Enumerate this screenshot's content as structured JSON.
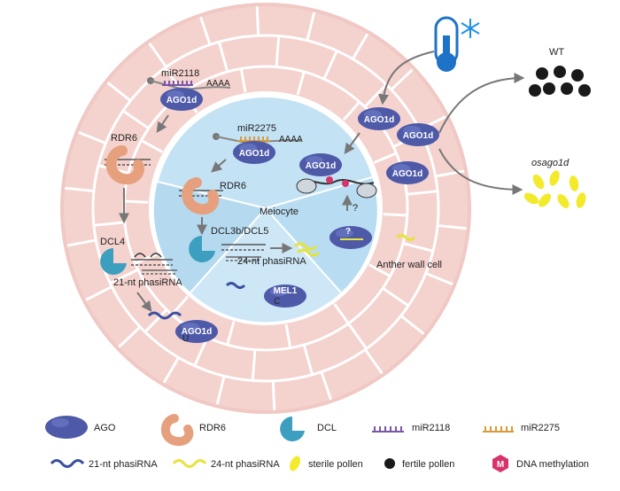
{
  "labels": {
    "mir2118": "miR2118",
    "mir2275": "miR2275",
    "aaaa_1": "AAAA",
    "aaaa_2": "AAAA",
    "rdr6_outer": "RDR6",
    "rdr6_inner": "RDR6",
    "dcl4": "DCL4",
    "dcl3b_dcl5": "DCL3b/DCL5",
    "phasi21": "21-nt phasiRNA",
    "phasi24": "24-nt phasiRNA",
    "meiocyte": "Meiocyte",
    "anther_wall": "Anther wall cell",
    "question_1": "?",
    "question_2": "?",
    "wt": "WT",
    "osago1d": "osago1d",
    "mel1": "MEL1",
    "c": "C",
    "u": "U",
    "ago1d_1": "AGO1d",
    "ago1d_2": "AGO1d",
    "ago1d_3": "AGO1d",
    "ago1d_4": "AGO1d",
    "ago1d_5": "AGO1d",
    "ago1d_6": "AGO1d",
    "ago1d_7": "AGO1d"
  },
  "legend": {
    "ago": "AGO",
    "rdr6": "RDR6",
    "dcl": "DCL",
    "mir2118": "miR2118",
    "mir2275": "miR2275",
    "phasi21": "21-nt phasiRNA",
    "phasi24": "24-nt phasiRNA",
    "sterile": "sterile pollen",
    "fertile": "fertile pollen",
    "methylation": "DNA methylation",
    "methyl_mark": "M"
  },
  "colors": {
    "ring": "#f0c8c4",
    "ring_cell": "#f4d4d0",
    "ring_line": "#ffffff",
    "meiocyte": "#bfe0f3",
    "ago": "#4e5aa8",
    "rdr6": "#e6a07e",
    "dcl": "#3c9fbf",
    "mir2118": "#7a55a8",
    "mir2275": "#d89a3a",
    "phasi21": "#3a4fa0",
    "phasi24": "#e6e33c",
    "sterile": "#f2ea2a",
    "fertile": "#1a1a1a",
    "methyl": "#d6336c",
    "thermometer": "#1e73c8",
    "snowflake": "#1e90e6"
  },
  "icons": [
    "thermometer-icon",
    "snowflake-icon",
    "ago-protein-icon",
    "rdr6-protein-icon",
    "dcl-protein-icon",
    "nucleosome-icon"
  ]
}
